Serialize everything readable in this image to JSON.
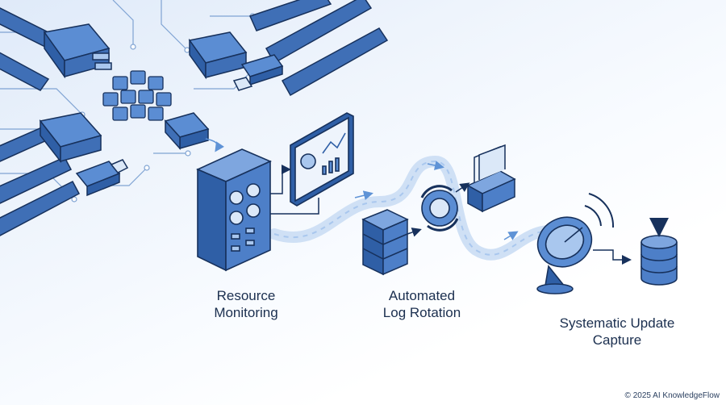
{
  "labels": {
    "resource_line1": "Resource",
    "resource_line2": "Monitoring",
    "log_line1": "Automated",
    "log_line2": "Log Rotation",
    "update_line1": "Systematic Update",
    "update_line2": "Capture"
  },
  "copyright": "© 2025 AI KnowledgeFlow",
  "colors": {
    "primary": "#2f5fa6",
    "outline": "#17315c",
    "light": "#a9c7ee",
    "pale": "#dbe8f8",
    "flow": "#bcd5f2"
  },
  "icons": [
    "cable-connector-icon",
    "usb-plug-icon",
    "server-rack-icon",
    "dashboard-monitor-icon",
    "server-stack-icon",
    "rotation-gear-icon",
    "file-archive-icon",
    "satellite-dish-icon",
    "database-download-icon"
  ]
}
